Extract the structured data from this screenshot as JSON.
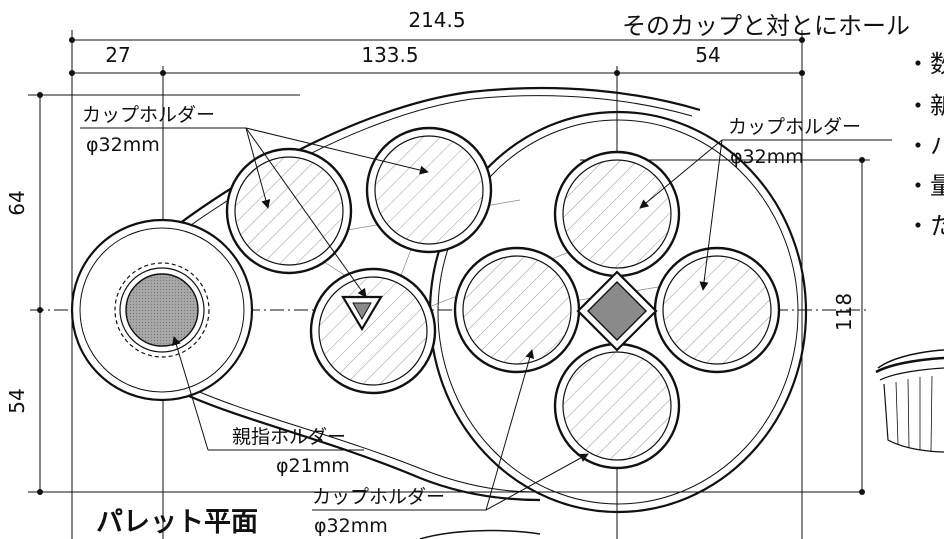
{
  "header_fragment": "そのカップと対とにホール",
  "dimensions": {
    "overall_width": "214.5",
    "seg_left": "27",
    "seg_mid": "133.5",
    "seg_right": "54",
    "upper_height": "64",
    "lower_height": "54",
    "total_height": "118"
  },
  "labels": {
    "cup_left_name": "カップホルダー",
    "cup_left_size": "φ32mm",
    "cup_right_name": "カップホルダー",
    "cup_right_size": "φ32mm",
    "cup_bottom_name": "カップホルダー",
    "cup_bottom_size": "φ32mm",
    "thumb_name": "親指ホルダー",
    "thumb_size": "φ21mm"
  },
  "view_title": "パレット平面",
  "side_notes": [
    "・数",
    "・新",
    "・ハ",
    "・量",
    "・た"
  ],
  "colors": {
    "line": "#111111",
    "thumb_fill": "#9a9a9a",
    "diamond_fill": "#8a8a8a",
    "hatch": "#9a9a9a"
  }
}
